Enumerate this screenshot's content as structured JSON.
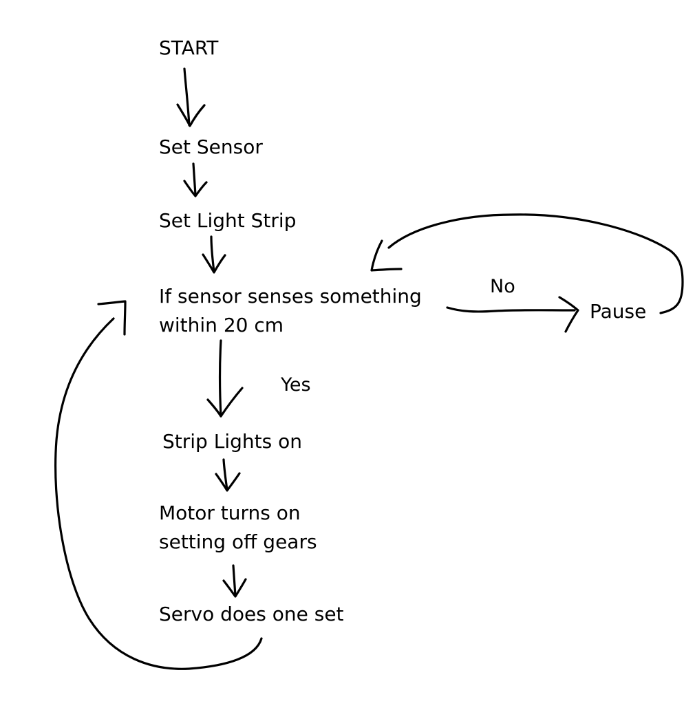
{
  "diagram": {
    "nodes": {
      "start": "START",
      "set_sensor": "Set Sensor",
      "set_light_strip": "Set Light Strip",
      "condition": [
        "If sensor senses something",
        "within 20 cm"
      ],
      "pause": "Pause",
      "strip_lights_on": "Strip Lights on",
      "motor": [
        "Motor turns on",
        "setting off gears"
      ],
      "servo": "Servo does one set"
    },
    "edge_labels": {
      "no": "No",
      "yes": "Yes"
    },
    "colors": {
      "ink": "#000000",
      "background": "#ffffff"
    }
  }
}
